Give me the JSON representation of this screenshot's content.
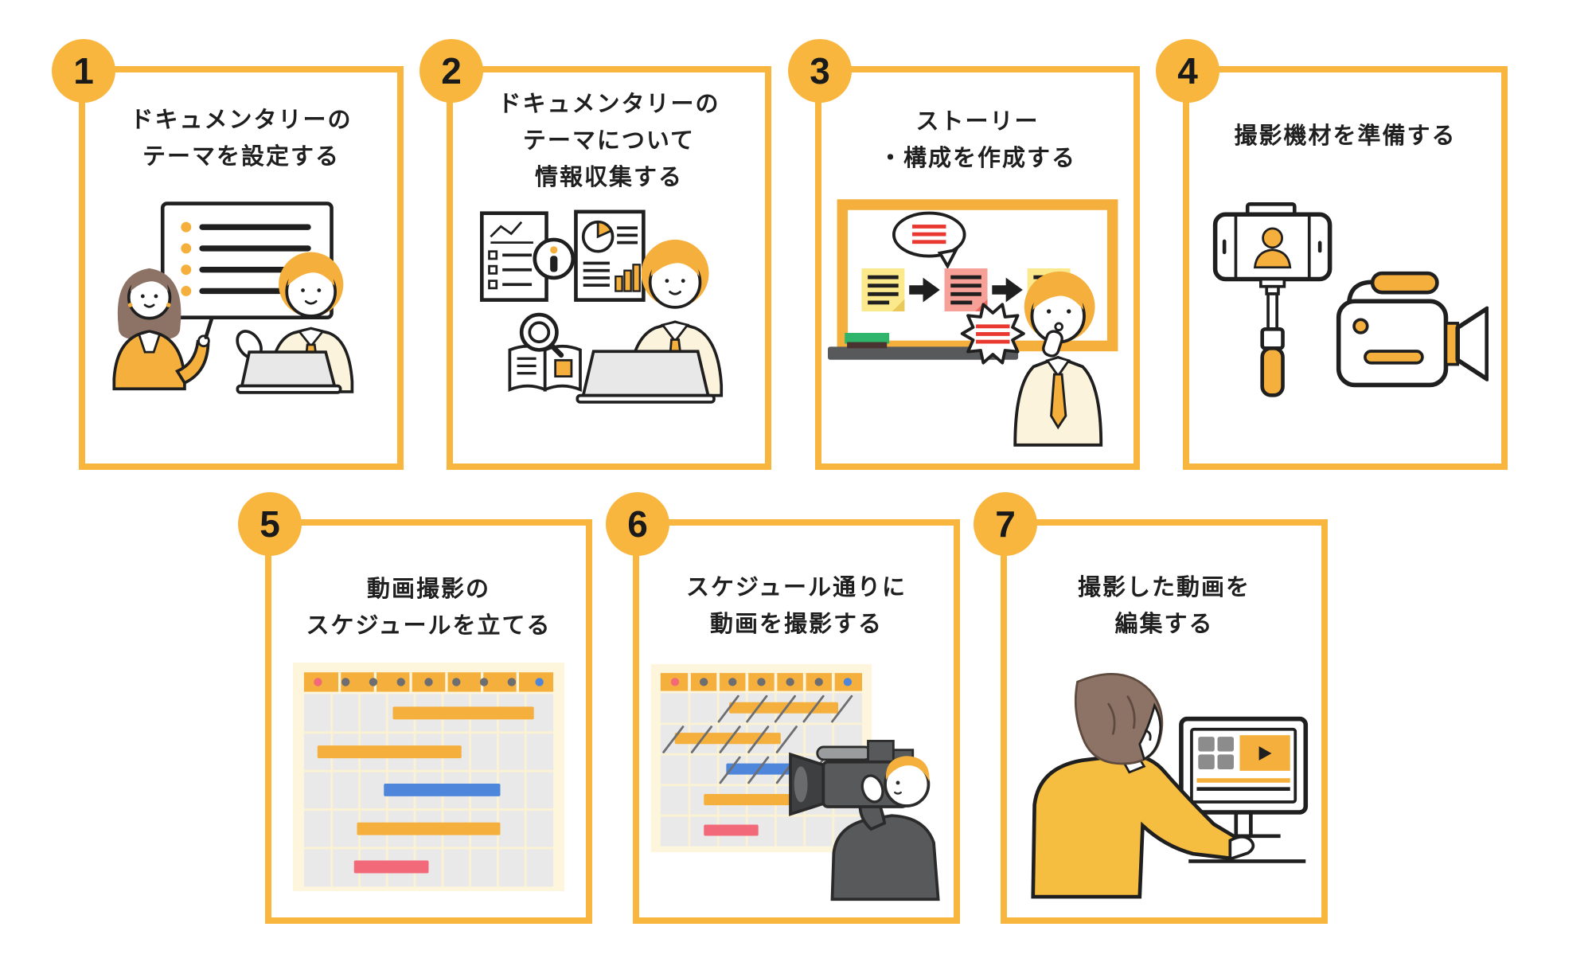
{
  "page": {
    "type": "process-infographic",
    "subject": "documentary video production steps",
    "step_count": 7
  },
  "palette": {
    "accent": "#F8B63F",
    "ink": "#1F1F1F",
    "background": "#FFFFFF",
    "ill-orange": "#F5AF3C",
    "pale-jacket": "#FCF3DC",
    "jacket-yellow": "#F6BE41",
    "hair-brown": "#8D7365",
    "sticky-yellow": "#FBE98C",
    "sticky-pink": "#F7A098",
    "red-line": "#E8382F",
    "bar-red": "#F2697A",
    "bar-blue": "#4E86DB",
    "green": "#2FB56B",
    "grey-dark": "#58595B",
    "grey-mid": "#8C8C8C",
    "dot-grey": "#6D6E71",
    "grey-light": "#E9E9E9",
    "cream": "#FDF5DC",
    "gridline": "#FBF1D3"
  },
  "steps": [
    {
      "number": "1",
      "title_lines": [
        "ドキュメンタリーの",
        "テーマを設定する"
      ],
      "illustration": "two-people-discussing-before-whiteboard-with-bullet-list"
    },
    {
      "number": "2",
      "title_lines": [
        "ドキュメンタリーの",
        "テーマについて",
        "情報収集する"
      ],
      "illustration": "man-at-laptop-with-report-documents-magnifier-and-book"
    },
    {
      "number": "3",
      "title_lines": [
        "ストーリー",
        "・構成を作成する"
      ],
      "illustration": "man-thinking-at-whiteboard-with-sticky-note-flow"
    },
    {
      "number": "4",
      "title_lines": [
        "撮影機材を準備する"
      ],
      "illustration": "selfie-stick-smartphone-and-video-camera"
    },
    {
      "number": "5",
      "title_lines": [
        "動画撮影の",
        "スケジュールを立てる"
      ],
      "illustration": "gantt-style-shooting-schedule-calendar"
    },
    {
      "number": "6",
      "title_lines": [
        "スケジュール通りに",
        "動画を撮影する"
      ],
      "illustration": "camera-operator-filming-in-front-of-schedule-chart"
    },
    {
      "number": "7",
      "title_lines": [
        "撮影した動画を",
        "編集する"
      ],
      "illustration": "man-from-behind-editing-video-on-monitor"
    }
  ]
}
